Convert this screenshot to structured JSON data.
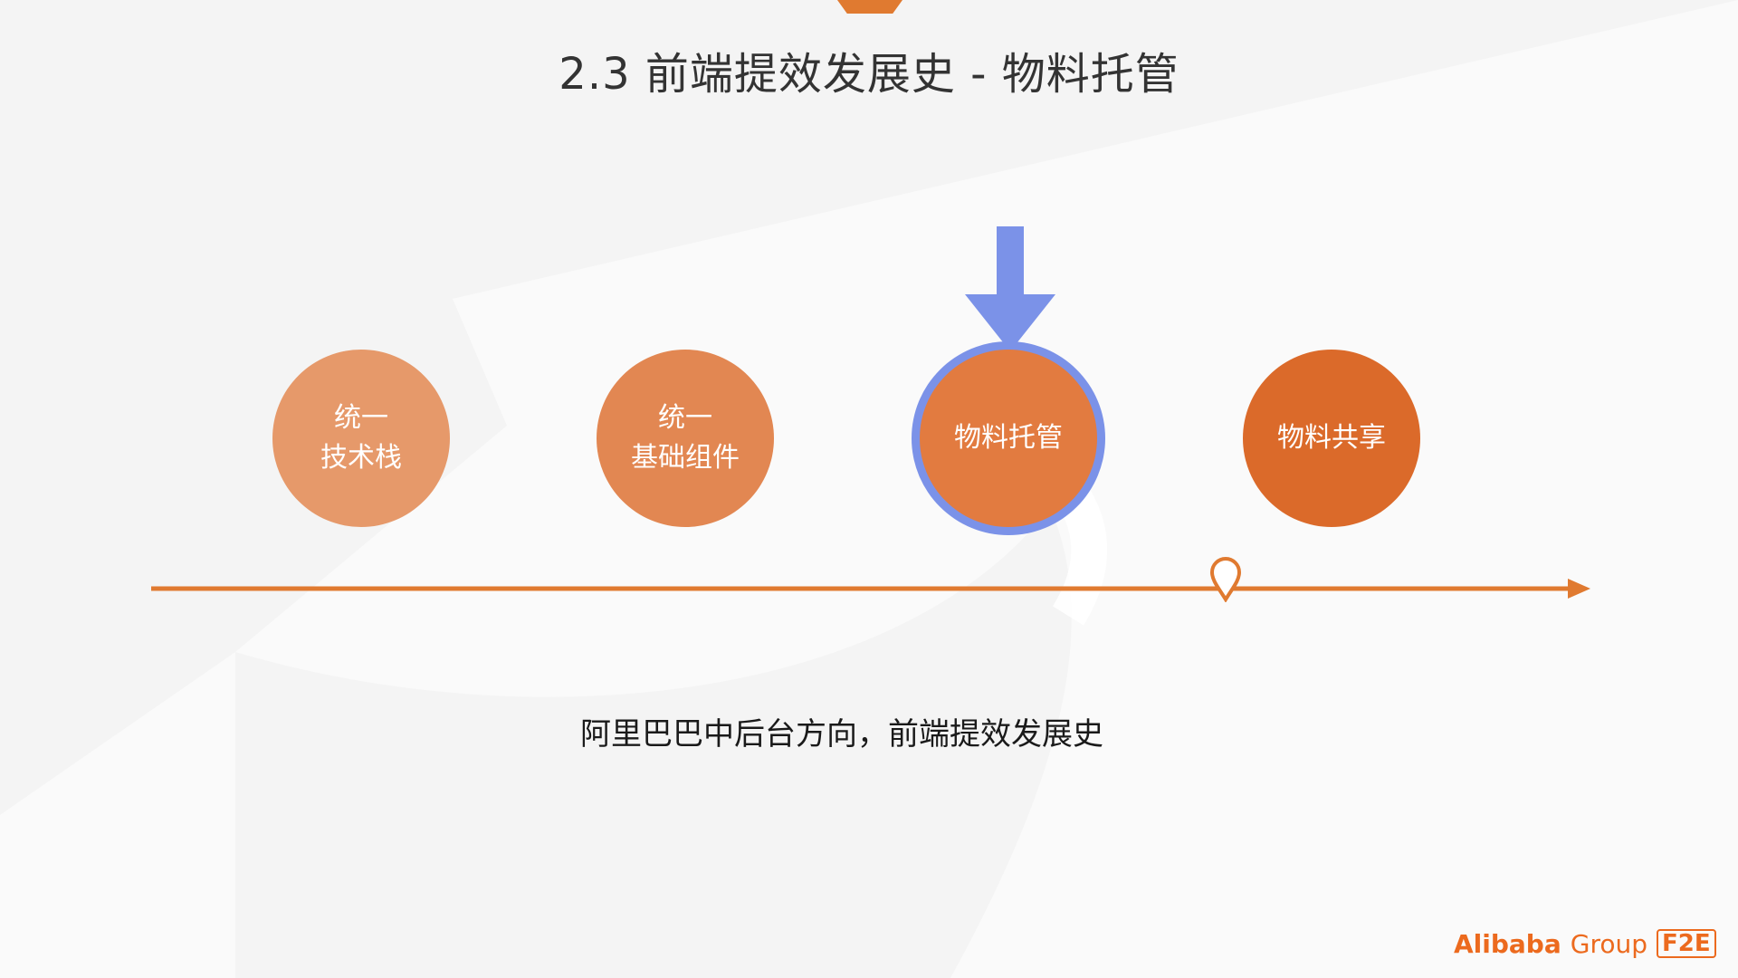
{
  "slide": {
    "title": "2.3 前端提效发展史 - 物料托管",
    "caption": "阿里巴巴中后台方向，前端提效发展史"
  },
  "stages": [
    {
      "label": "统一\n技术栈",
      "color": "#e6996a",
      "highlighted": false
    },
    {
      "label": "统一\n基础组件",
      "color": "#e28752",
      "highlighted": false
    },
    {
      "label": "物料托管",
      "color": "#e27b40",
      "highlighted": true
    },
    {
      "label": "物料共享",
      "color": "#db6a2a",
      "highlighted": false
    }
  ],
  "colors": {
    "accent": "#e07a30",
    "highlight_ring": "#7b92e8",
    "pointer_arrow": "#7b92e8",
    "timeline": "#e07a30"
  },
  "icons": {
    "pointer": "down-arrow-icon",
    "marker": "location-pin-icon",
    "timeline_end": "arrow-head-icon"
  },
  "logo": {
    "brand": "Alibaba",
    "group": "Group",
    "team": "F2E"
  }
}
